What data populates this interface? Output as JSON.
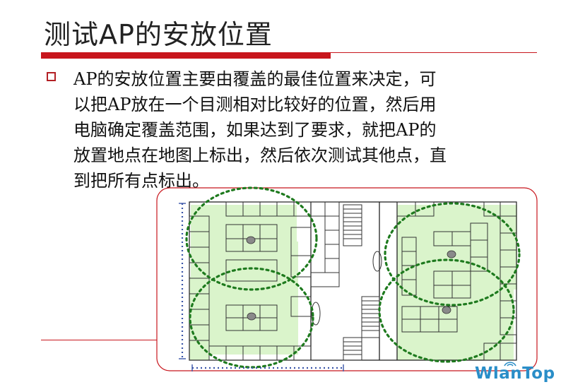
{
  "slide": {
    "title": "测试AP的安放位置",
    "bullet_lines": [
      "AP的安放位置主要由覆盖的最佳位置来决定，可",
      "以把AP放在一个目测相对比较好的位置，然后用",
      "电脑确定覆盖范围，如果达到了要求，就把AP的",
      "放置地点在地图上标出，然后依次测试其他点，直",
      "到把所有点标出。"
    ]
  },
  "logo": {
    "text": "WlanTop"
  },
  "colors": {
    "accent_red": "#c8161d",
    "coverage_green": "#1e7a1e",
    "coverage_fill": "#d6f5c4",
    "ap_gray": "#8a8a8a",
    "dimension_blue": "#3a55a8"
  },
  "floorplan": {
    "ap_count": 4,
    "coverage_zones": 4
  }
}
